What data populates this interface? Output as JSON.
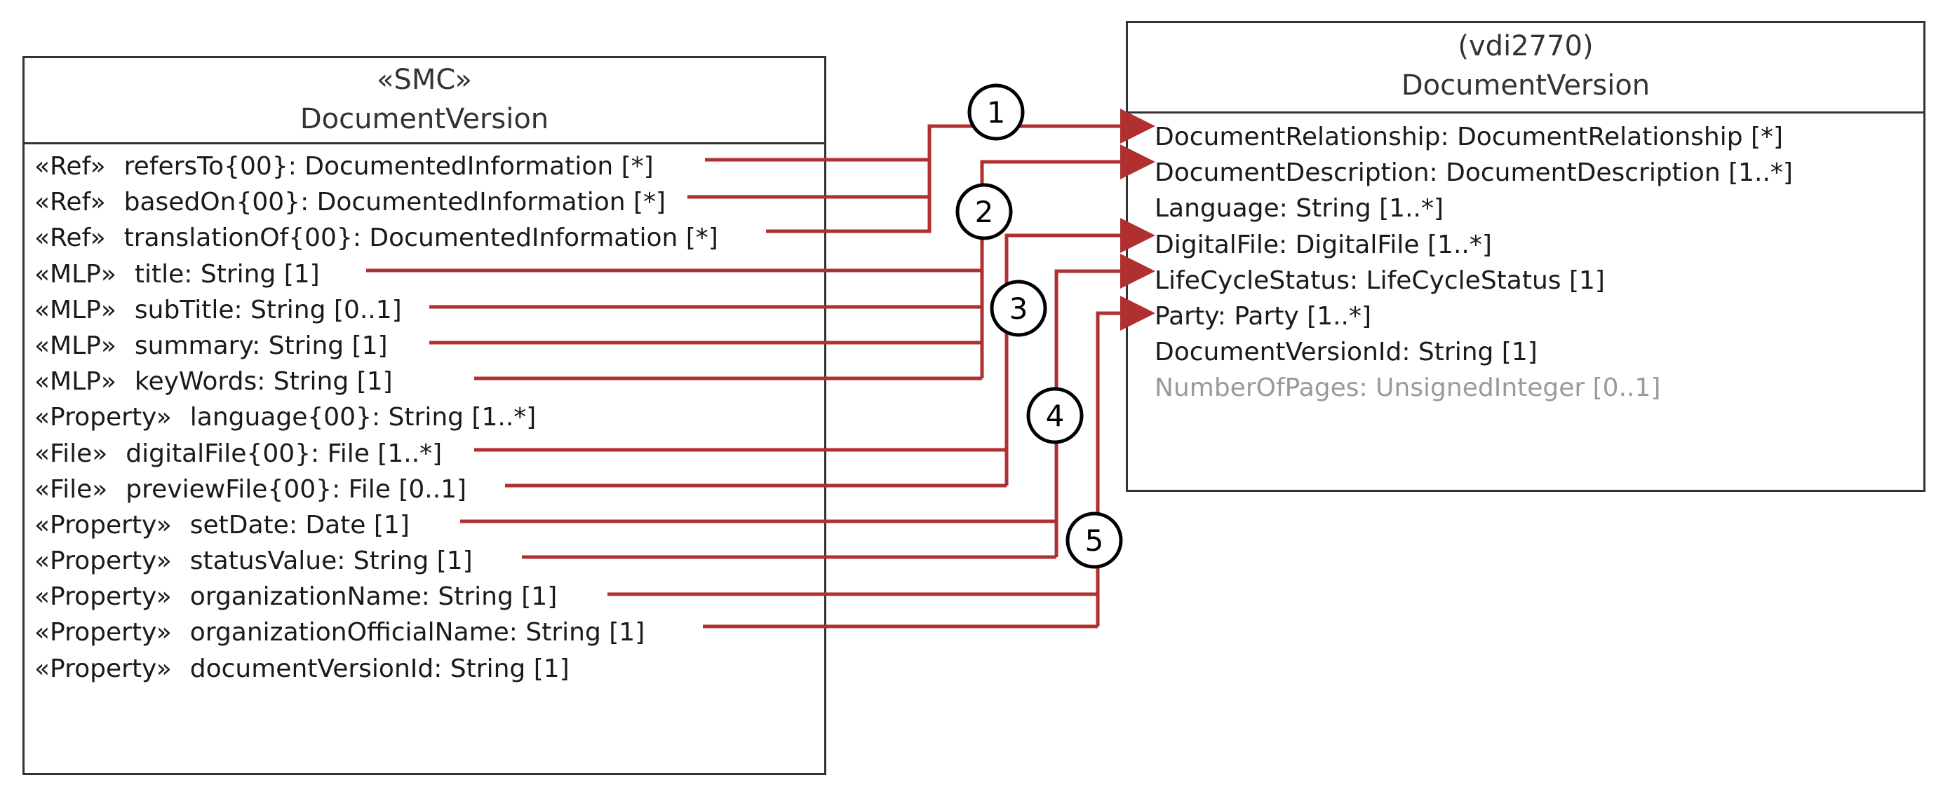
{
  "left_class": {
    "stereotype": "«SMC»",
    "name": "DocumentVersion",
    "attributes": [
      {
        "stereo": "«Ref»",
        "sig": "refersTo{00}: DocumentedInformation [*]"
      },
      {
        "stereo": "«Ref»",
        "sig": "basedOn{00}: DocumentedInformation [*]"
      },
      {
        "stereo": "«Ref»",
        "sig": "translationOf{00}: DocumentedInformation [*]"
      },
      {
        "stereo": "«MLP»",
        "sig": "title: String [1]"
      },
      {
        "stereo": "«MLP»",
        "sig": "subTitle: String [0..1]"
      },
      {
        "stereo": "«MLP»",
        "sig": "summary: String [1]"
      },
      {
        "stereo": "«MLP»",
        "sig": "keyWords: String [1]"
      },
      {
        "stereo": "«Property»",
        "sig": "language{00}: String [1..*]"
      },
      {
        "stereo": "«File»",
        "sig": "digitalFile{00}: File [1..*]"
      },
      {
        "stereo": "«File»",
        "sig": "previewFile{00}: File [0..1]"
      },
      {
        "stereo": "«Property»",
        "sig": "setDate: Date [1]"
      },
      {
        "stereo": "«Property»",
        "sig": "statusValue: String [1]"
      },
      {
        "stereo": "«Property»",
        "sig": "organizationName: String [1]"
      },
      {
        "stereo": "«Property»",
        "sig": "organizationOfficialName: String [1]"
      },
      {
        "stereo": "«Property»",
        "sig": "documentVersionId: String [1]"
      }
    ]
  },
  "right_class": {
    "stereotype": "(vdi2770)",
    "name": "DocumentVersion",
    "attributes": [
      "DocumentRelationship: DocumentRelationship [*]",
      "DocumentDescription: DocumentDescription [1..*]",
      "Language: String [1..*]",
      "DigitalFile: DigitalFile [1..*]",
      "LifeCycleStatus: LifeCycleStatus [1]",
      "Party: Party [1..*]",
      "DocumentVersionId: String [1]",
      "NumberOfPages: UnsignedInteger [0..1]"
    ],
    "muted_attribute": "NumberOfPages: UnsignedInteger [0..1]"
  },
  "markers": [
    "1",
    "2",
    "3",
    "4",
    "5"
  ],
  "colors": {
    "connector": "#b03030",
    "border": "#333333",
    "muted_text": "#9a9a9a"
  }
}
